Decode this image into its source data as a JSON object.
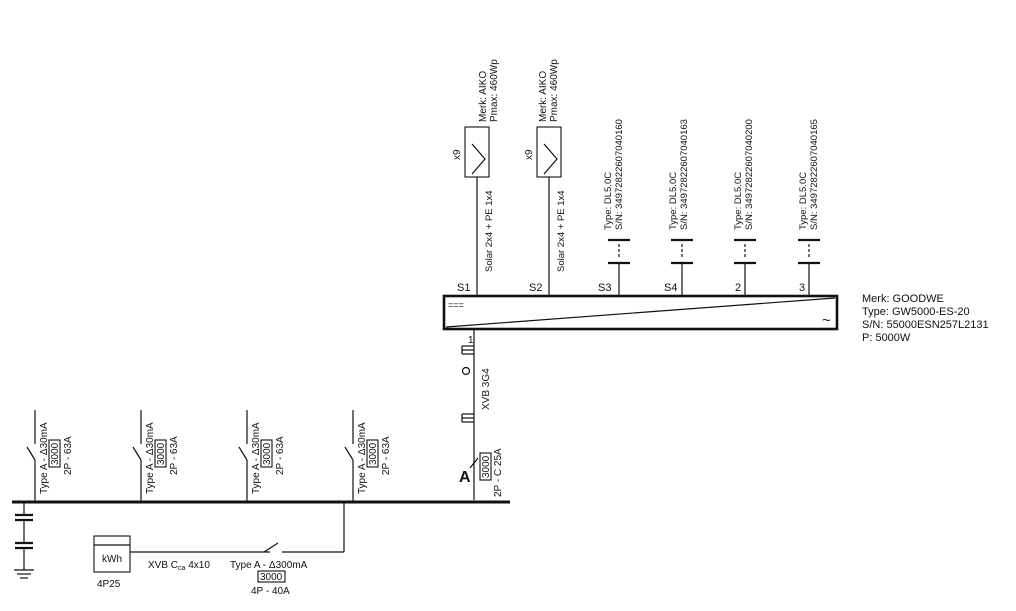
{
  "panels": [
    {
      "brand": "Merk: AIKO",
      "pmax": "Pmax: 460Wp",
      "count": "x9",
      "cable": "Solar 2x4 + PE 1x4",
      "port": "S1"
    },
    {
      "brand": "Merk: AIKO",
      "pmax": "Pmax: 460Wp",
      "count": "x9",
      "cable": "Solar 2x4 + PE 1x4",
      "port": "S2"
    }
  ],
  "batteries": [
    {
      "type": "Type: DL5.0C",
      "sn": "S/N: 349728226070401​60",
      "port": "S3"
    },
    {
      "type": "Type: DL5.0C",
      "sn": "S/N: 349728226070401​63",
      "port": "S4"
    },
    {
      "type": "Type: DL5.0C",
      "sn": "S/N: 349728226070402​00",
      "port": "2"
    },
    {
      "type": "Type: DL5.0C",
      "sn": "S/N: 349728226070401​65",
      "port": "3"
    }
  ],
  "inverter": {
    "merk": "Merk: GOODWE",
    "type": "Type: GW5000-ES-20",
    "sn": "S/N: 55000ESN257L2131",
    "power": "P: 5000W",
    "output_port": "1",
    "dc_symbol": "===",
    "ac_symbol": "~"
  },
  "inverter_feed": {
    "cable": "XVB 3G4",
    "breaker_rating": "3000",
    "breaker_spec": "2P - C 25A",
    "breaker_letter": "A"
  },
  "rcd_groups": [
    {
      "type": "Type A - Δ30mA",
      "rating": "3000",
      "spec": "2P - 63A"
    },
    {
      "type": "Type A - Δ30mA",
      "rating": "3000",
      "spec": "2P - 63A"
    },
    {
      "type": "Type A - Δ30mA",
      "rating": "3000",
      "spec": "2P - 63A"
    },
    {
      "type": "Type A - Δ30mA",
      "rating": "3000",
      "spec": "2P - 63A"
    }
  ],
  "meter": {
    "label": "kWh",
    "spec": "4P25"
  },
  "main_cable": {
    "prefix": "XVB C",
    "subscript": "ca",
    "suffix": " 4x10"
  },
  "main_rcd": {
    "type": "Type A - Δ300mA",
    "rating": "3000",
    "spec": "4P - 40A"
  }
}
